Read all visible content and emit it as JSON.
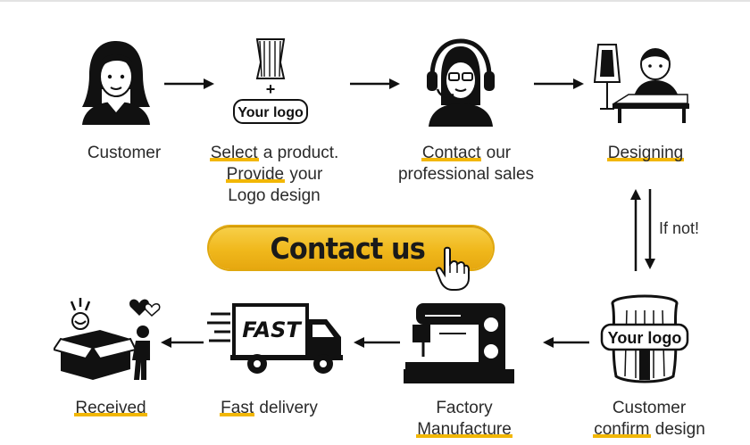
{
  "steps": {
    "customer": {
      "lines": [
        "Customer"
      ]
    },
    "select": {
      "line1_hl": "Select",
      "line1_rest": " a product.",
      "line2_hl": "Provide",
      "line2_rest": " your",
      "line3": "Logo design"
    },
    "contact": {
      "line1_hl": "Contact",
      "line1_rest": " our",
      "line2": "professional sales"
    },
    "designing": {
      "label": "Designing"
    },
    "confirm": {
      "line1": "Customer",
      "line2_hl": "confirm",
      "line2_rest": " design"
    },
    "factory": {
      "line1": "Factory",
      "line2": "Manufacture"
    },
    "delivery": {
      "line1_hl": "Fast",
      "line1_rest": " delivery"
    },
    "received": {
      "label": "Received"
    }
  },
  "side_note": "If not!",
  "cta": {
    "label": "Contact us"
  },
  "badges": {
    "your_logo": "Your logo",
    "plus": "+",
    "fast": "FAST"
  },
  "colors": {
    "accent": "#f2b705",
    "ink": "#111111"
  },
  "icons": [
    "customer-icon",
    "product-logo-icon",
    "sales-headset-icon",
    "designer-icon",
    "corset-logo-icon",
    "sewing-machine-icon",
    "delivery-truck-icon",
    "received-box-icon",
    "pointing-hand-icon"
  ]
}
